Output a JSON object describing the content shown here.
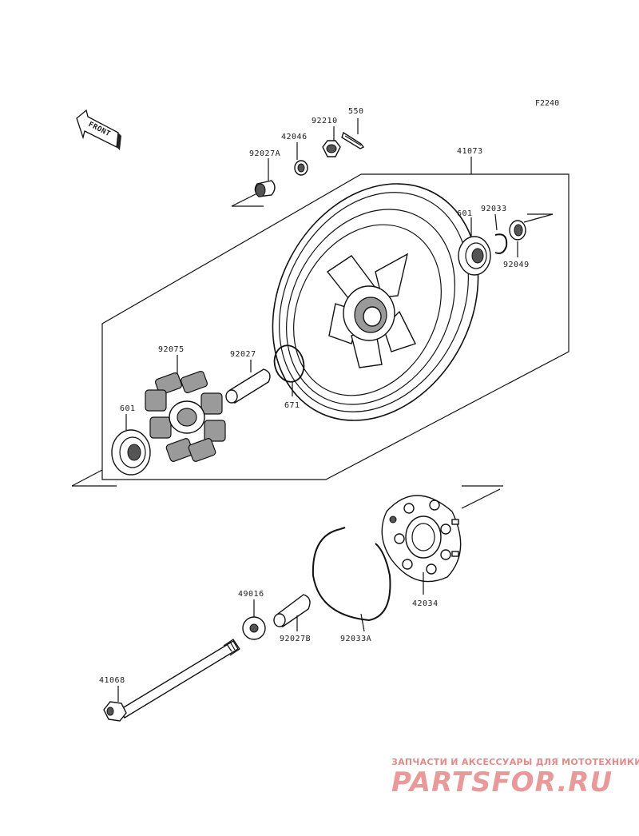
{
  "figure_code": "F2240",
  "front_label": "FRONT",
  "parts": [
    {
      "id": "550",
      "label": "550"
    },
    {
      "id": "92210",
      "label": "92210"
    },
    {
      "id": "42046",
      "label": "42046"
    },
    {
      "id": "92027A",
      "label": "92027A"
    },
    {
      "id": "41073",
      "label": "41073"
    },
    {
      "id": "601-right",
      "label": "601"
    },
    {
      "id": "92033",
      "label": "92033"
    },
    {
      "id": "92049",
      "label": "92049"
    },
    {
      "id": "92075",
      "label": "92075"
    },
    {
      "id": "92027",
      "label": "92027"
    },
    {
      "id": "671",
      "label": "671"
    },
    {
      "id": "601-left",
      "label": "601"
    },
    {
      "id": "49016",
      "label": "49016"
    },
    {
      "id": "92027B",
      "label": "92027B"
    },
    {
      "id": "92033A",
      "label": "92033A"
    },
    {
      "id": "42034",
      "label": "42034"
    },
    {
      "id": "41068",
      "label": "41068"
    }
  ],
  "watermark": {
    "tagline": "ЗАПЧАСТИ И АКСЕССУАРЫ ДЛЯ МОТОТЕХНИКИ",
    "logo": "PARTSFOR.RU"
  }
}
